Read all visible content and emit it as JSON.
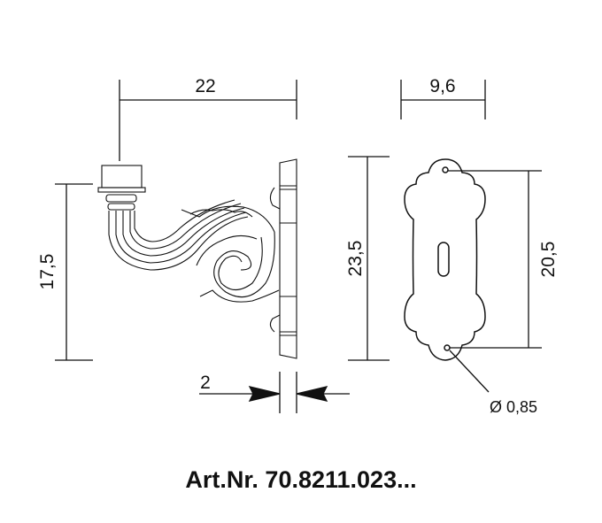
{
  "dimensions": {
    "bracket_projection": "22",
    "bracket_height": "17,5",
    "plate_thickness": "2",
    "plate_width": "9,6",
    "plate_height": "23,5",
    "hole_spacing": "20,5",
    "hole_diameter": "Ø 0,85"
  },
  "article_number": "Art.Nr. 70.8211.023..."
}
